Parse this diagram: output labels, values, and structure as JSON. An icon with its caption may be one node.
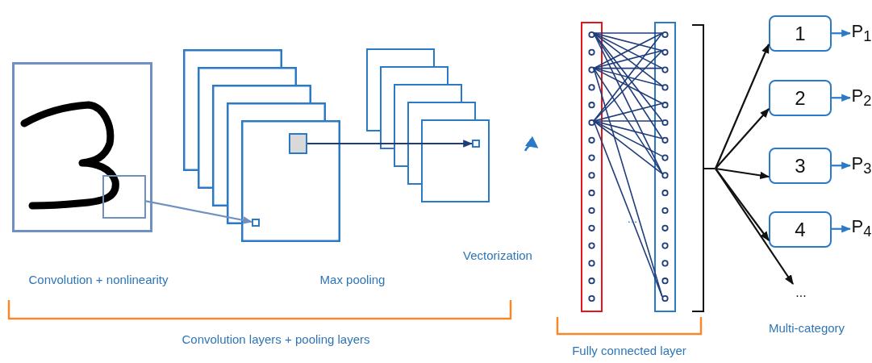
{
  "diagram": {
    "nodes": [
      {
        "text": [],
        "shape": "picture"
      },
      {
        "text": [],
        "shape": "box",
        "in": 0
      },
      {
        "text": [],
        "shape": "stack"
      },
      {
        "text": [],
        "shape": "box",
        "in": 2
      },
      {
        "text": [],
        "shape": "box",
        "in": 2
      },
      {
        "text": [],
        "shape": "stack"
      },
      {
        "text": [],
        "shape": "box",
        "in": 5
      },
      {
        "text": [],
        "shape": "bar"
      },
      {
        "text": [],
        "shape": "bar"
      },
      {
        "text": [
          "1"
        ]
      },
      {
        "text": [
          "2"
        ]
      },
      {
        "text": [
          "3"
        ]
      },
      {
        "text": [
          "4"
        ]
      },
      {
        "text": [
          "P$_{1}$"
        ]
      },
      {
        "text": [
          "P$_{2}$"
        ]
      },
      {
        "text": [
          "P$_{3}$"
        ]
      },
      {
        "text": [
          "P$_{4}$"
        ]
      },
      {
        "text": [
          "..."
        ]
      }
    ],
    "edges": [
      {
        "from": 1,
        "to": 3,
        "arrow": "to",
        "color": "#7090c4"
      },
      {
        "from": 4,
        "to": 6,
        "arrow": "to",
        "color": "#1f3d7a"
      },
      {
        "from": 8,
        "to": 9,
        "arrow": "to"
      },
      {
        "from": 8,
        "to": 10,
        "arrow": "to"
      },
      {
        "from": 8,
        "to": 11,
        "arrow": "to"
      },
      {
        "from": 8,
        "to": 12,
        "arrow": "to"
      },
      {
        "from": 8,
        "to": 17,
        "arrow": "to"
      },
      {
        "from": 9,
        "to": 13,
        "arrow": "to",
        "color": "#2a7ac8"
      },
      {
        "from": 10,
        "to": 14,
        "arrow": "to",
        "color": "#2a7ac8"
      },
      {
        "from": 11,
        "to": 15,
        "arrow": "to",
        "color": "#2a7ac8"
      },
      {
        "from": 12,
        "to": 16,
        "arrow": "to",
        "color": "#2a7ac8"
      }
    ],
    "labels": [
      "Vectorization",
      "Convolution + nonlinearity",
      "Max pooling",
      "Convolution layers + pooling layers",
      "...",
      "Fully connected layer",
      "Multi-category"
    ]
  }
}
